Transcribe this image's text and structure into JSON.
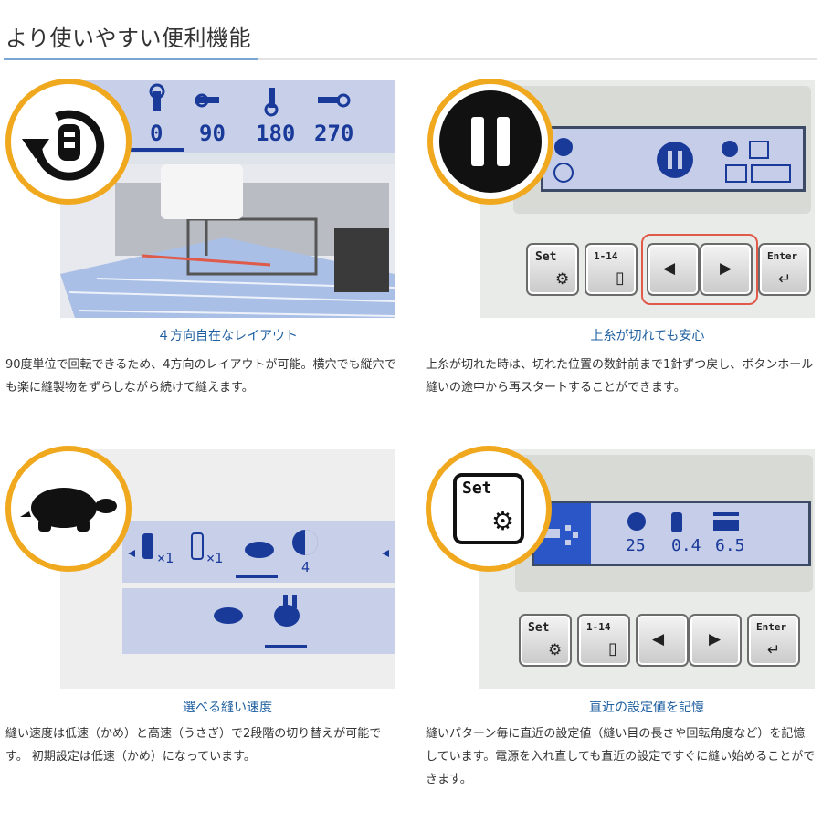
{
  "page_title": "より使いやすい便利機能",
  "colors": {
    "accent_orange": "#f0a81e",
    "caption_blue": "#1f5fa0",
    "lcd_bg": "#c5cde8",
    "lcd_text": "#1a3a9a",
    "highlight_red": "#e05a4a"
  },
  "features": [
    {
      "caption": "４方向自在なレイアウト",
      "description": "90度単位で回転できるため、4方向のレイアウトが可能。横穴でも縦穴でも楽に縫製物をずらしながら続けて縫えます。",
      "lcd_values": [
        "0",
        "90",
        "180",
        "270"
      ],
      "icon": "rotate-icon"
    },
    {
      "caption": "上糸が切れても安心",
      "description": "上糸が切れた時は、切れた位置の数針前まで1針ずつ戻し、ボタンホール縫いの途中から再スタートすることができます。",
      "icon": "pause-icon",
      "keys": {
        "set": "Set",
        "range": "1-14",
        "enter": "Enter"
      }
    },
    {
      "caption": "選べる縫い速度",
      "description": "縫い速度は低速（かめ）と高速（うさぎ）で2段階の切り替えが可能です。 初期設定は低速（かめ）になっています。",
      "icon": "turtle-icon",
      "lcd_multiplier": "×1",
      "lcd_value": "4"
    },
    {
      "caption": "直近の設定値を記憶",
      "description": "縫いパターン毎に直近の設定値（縫い目の長さや回転角度など）を記憶しています。電源を入れ直しても直近の設定ですぐに縫い始めることができます。",
      "icon": "set-key-icon",
      "lcd_values": [
        "25",
        "0.4",
        "6.5"
      ],
      "keys": {
        "set": "Set",
        "range": "1-14",
        "enter": "Enter"
      }
    }
  ]
}
